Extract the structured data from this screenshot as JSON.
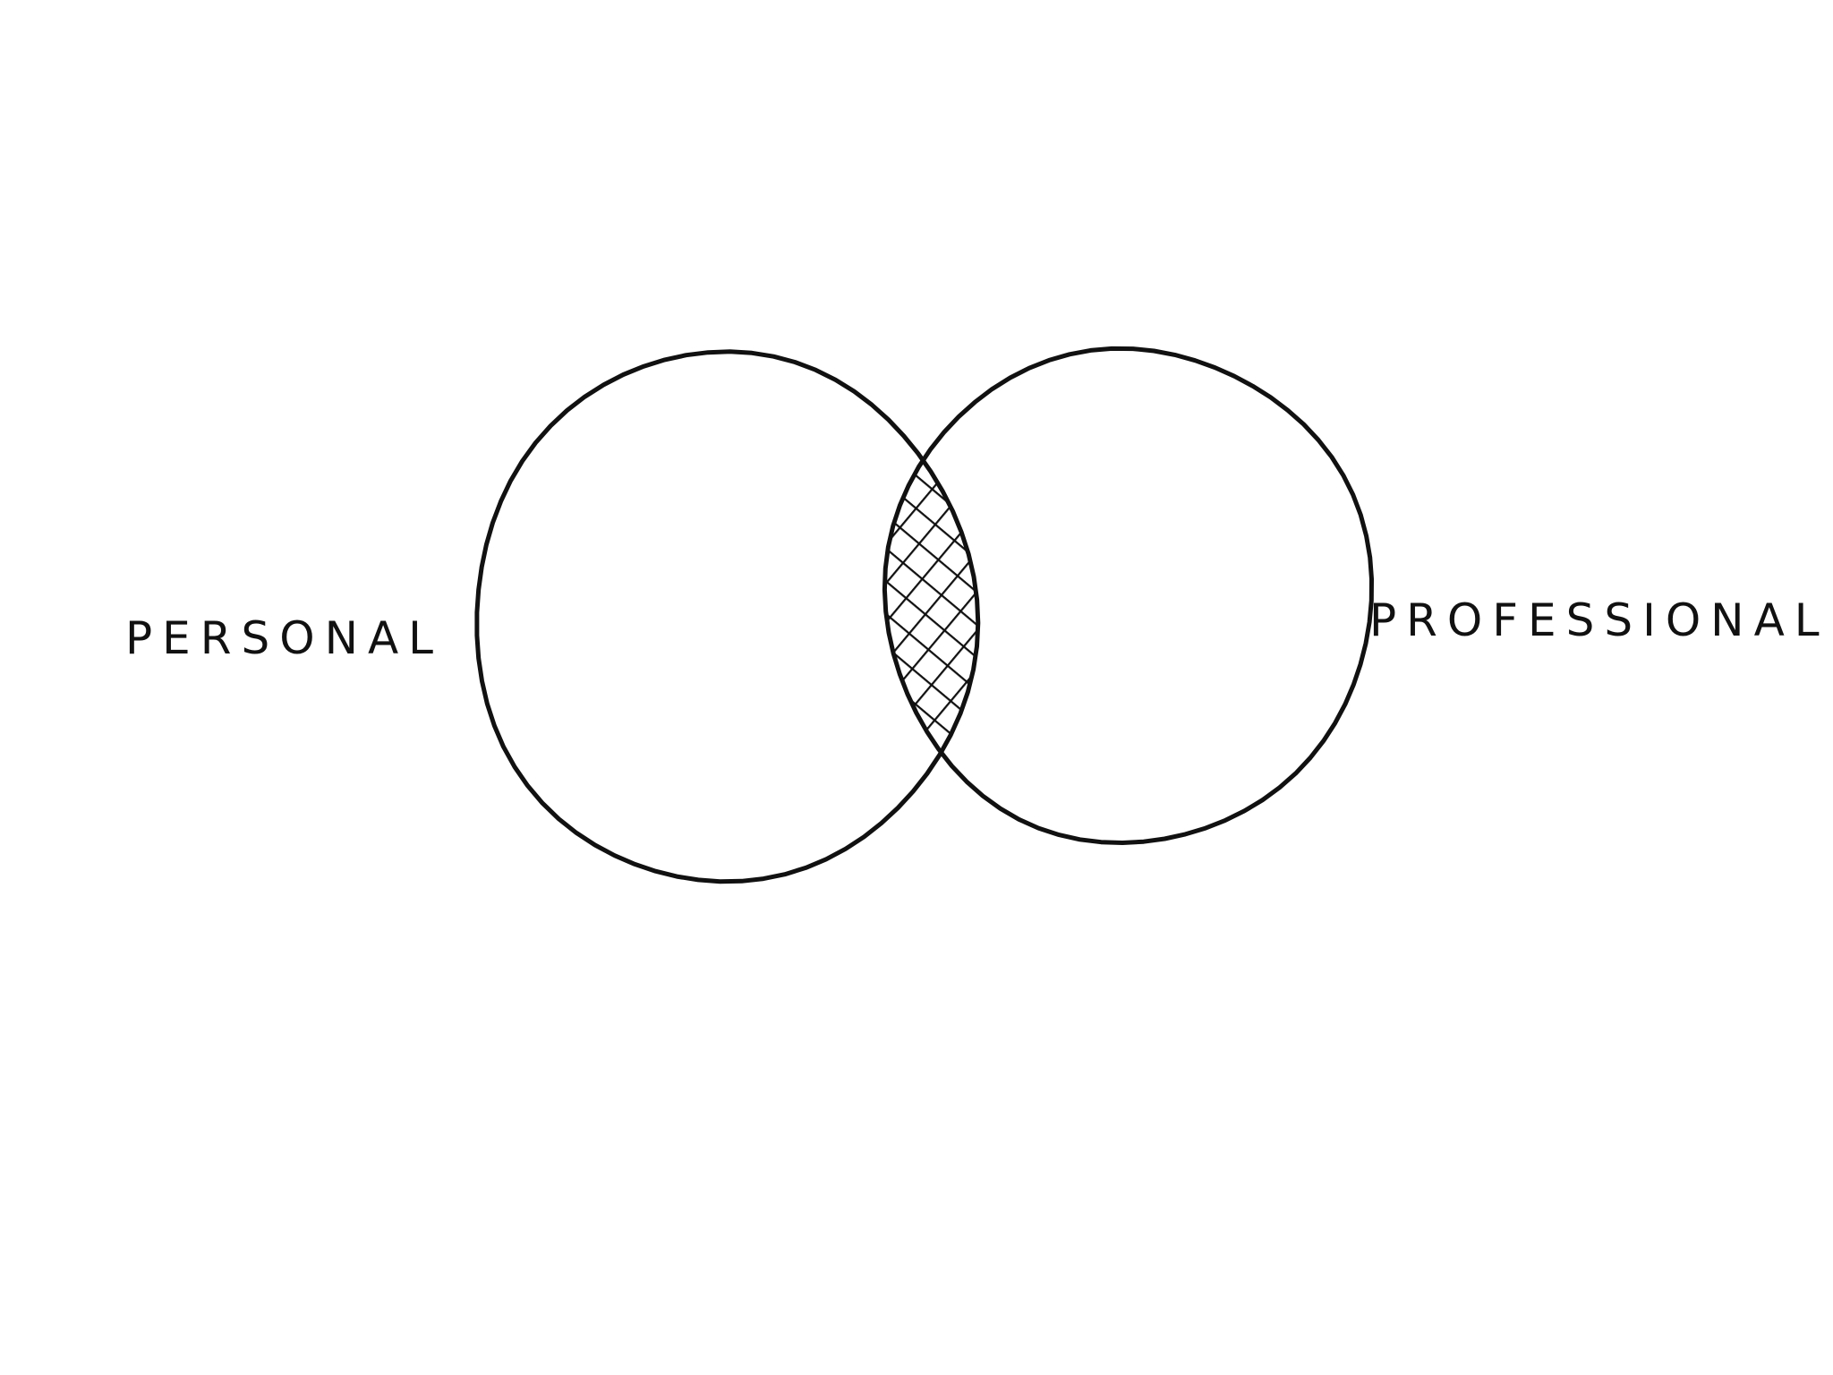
{
  "diagram": {
    "type": "venn",
    "sets": [
      {
        "id": "personal",
        "label": "PERSONAL"
      },
      {
        "id": "professional",
        "label": "PROFESSIONAL"
      }
    ],
    "overlap": {
      "sets": [
        "personal",
        "professional"
      ],
      "fill": "crosshatch"
    }
  },
  "colors": {
    "ink": "#111111",
    "background": "#ffffff"
  }
}
